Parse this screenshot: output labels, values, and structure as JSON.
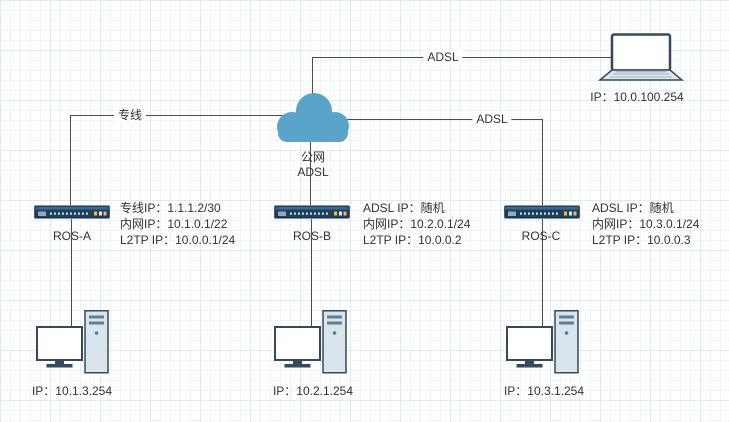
{
  "diagram": {
    "cloud": {
      "label_line1": "公网",
      "label_line2": "ADSL"
    },
    "edges": {
      "laptop_label": "ADSL",
      "rosa_label": "专线",
      "rosc_label": "ADSL"
    },
    "laptop": {
      "ip_label": "IP：10.0.100.254"
    },
    "routers": [
      {
        "name": "ROS-A",
        "info": [
          "专线IP：1.1.1.2/30",
          "内网IP：10.1.0.1/22",
          "L2TP IP：10.0.0.1/24"
        ]
      },
      {
        "name": "ROS-B",
        "info": [
          "ADSL IP：随机",
          "内网IP：10.2.0.1/24",
          "L2TP IP：10.0.0.2"
        ]
      },
      {
        "name": "ROS-C",
        "info": [
          "ADSL IP：随机",
          "内网IP：10.3.0.1/24",
          "L2TP IP：10.0.0.3"
        ]
      }
    ],
    "pcs": [
      {
        "ip_label": "IP：10.1.3.254"
      },
      {
        "ip_label": "IP：10.2.1.254"
      },
      {
        "ip_label": "IP：10.3.1.254"
      }
    ],
    "colors": {
      "cloud": "#5ba4c9",
      "line": "#4d4d4d",
      "text": "#333333",
      "grid_minor": "#eff3f8",
      "grid_major": "#e2e9f0"
    }
  }
}
